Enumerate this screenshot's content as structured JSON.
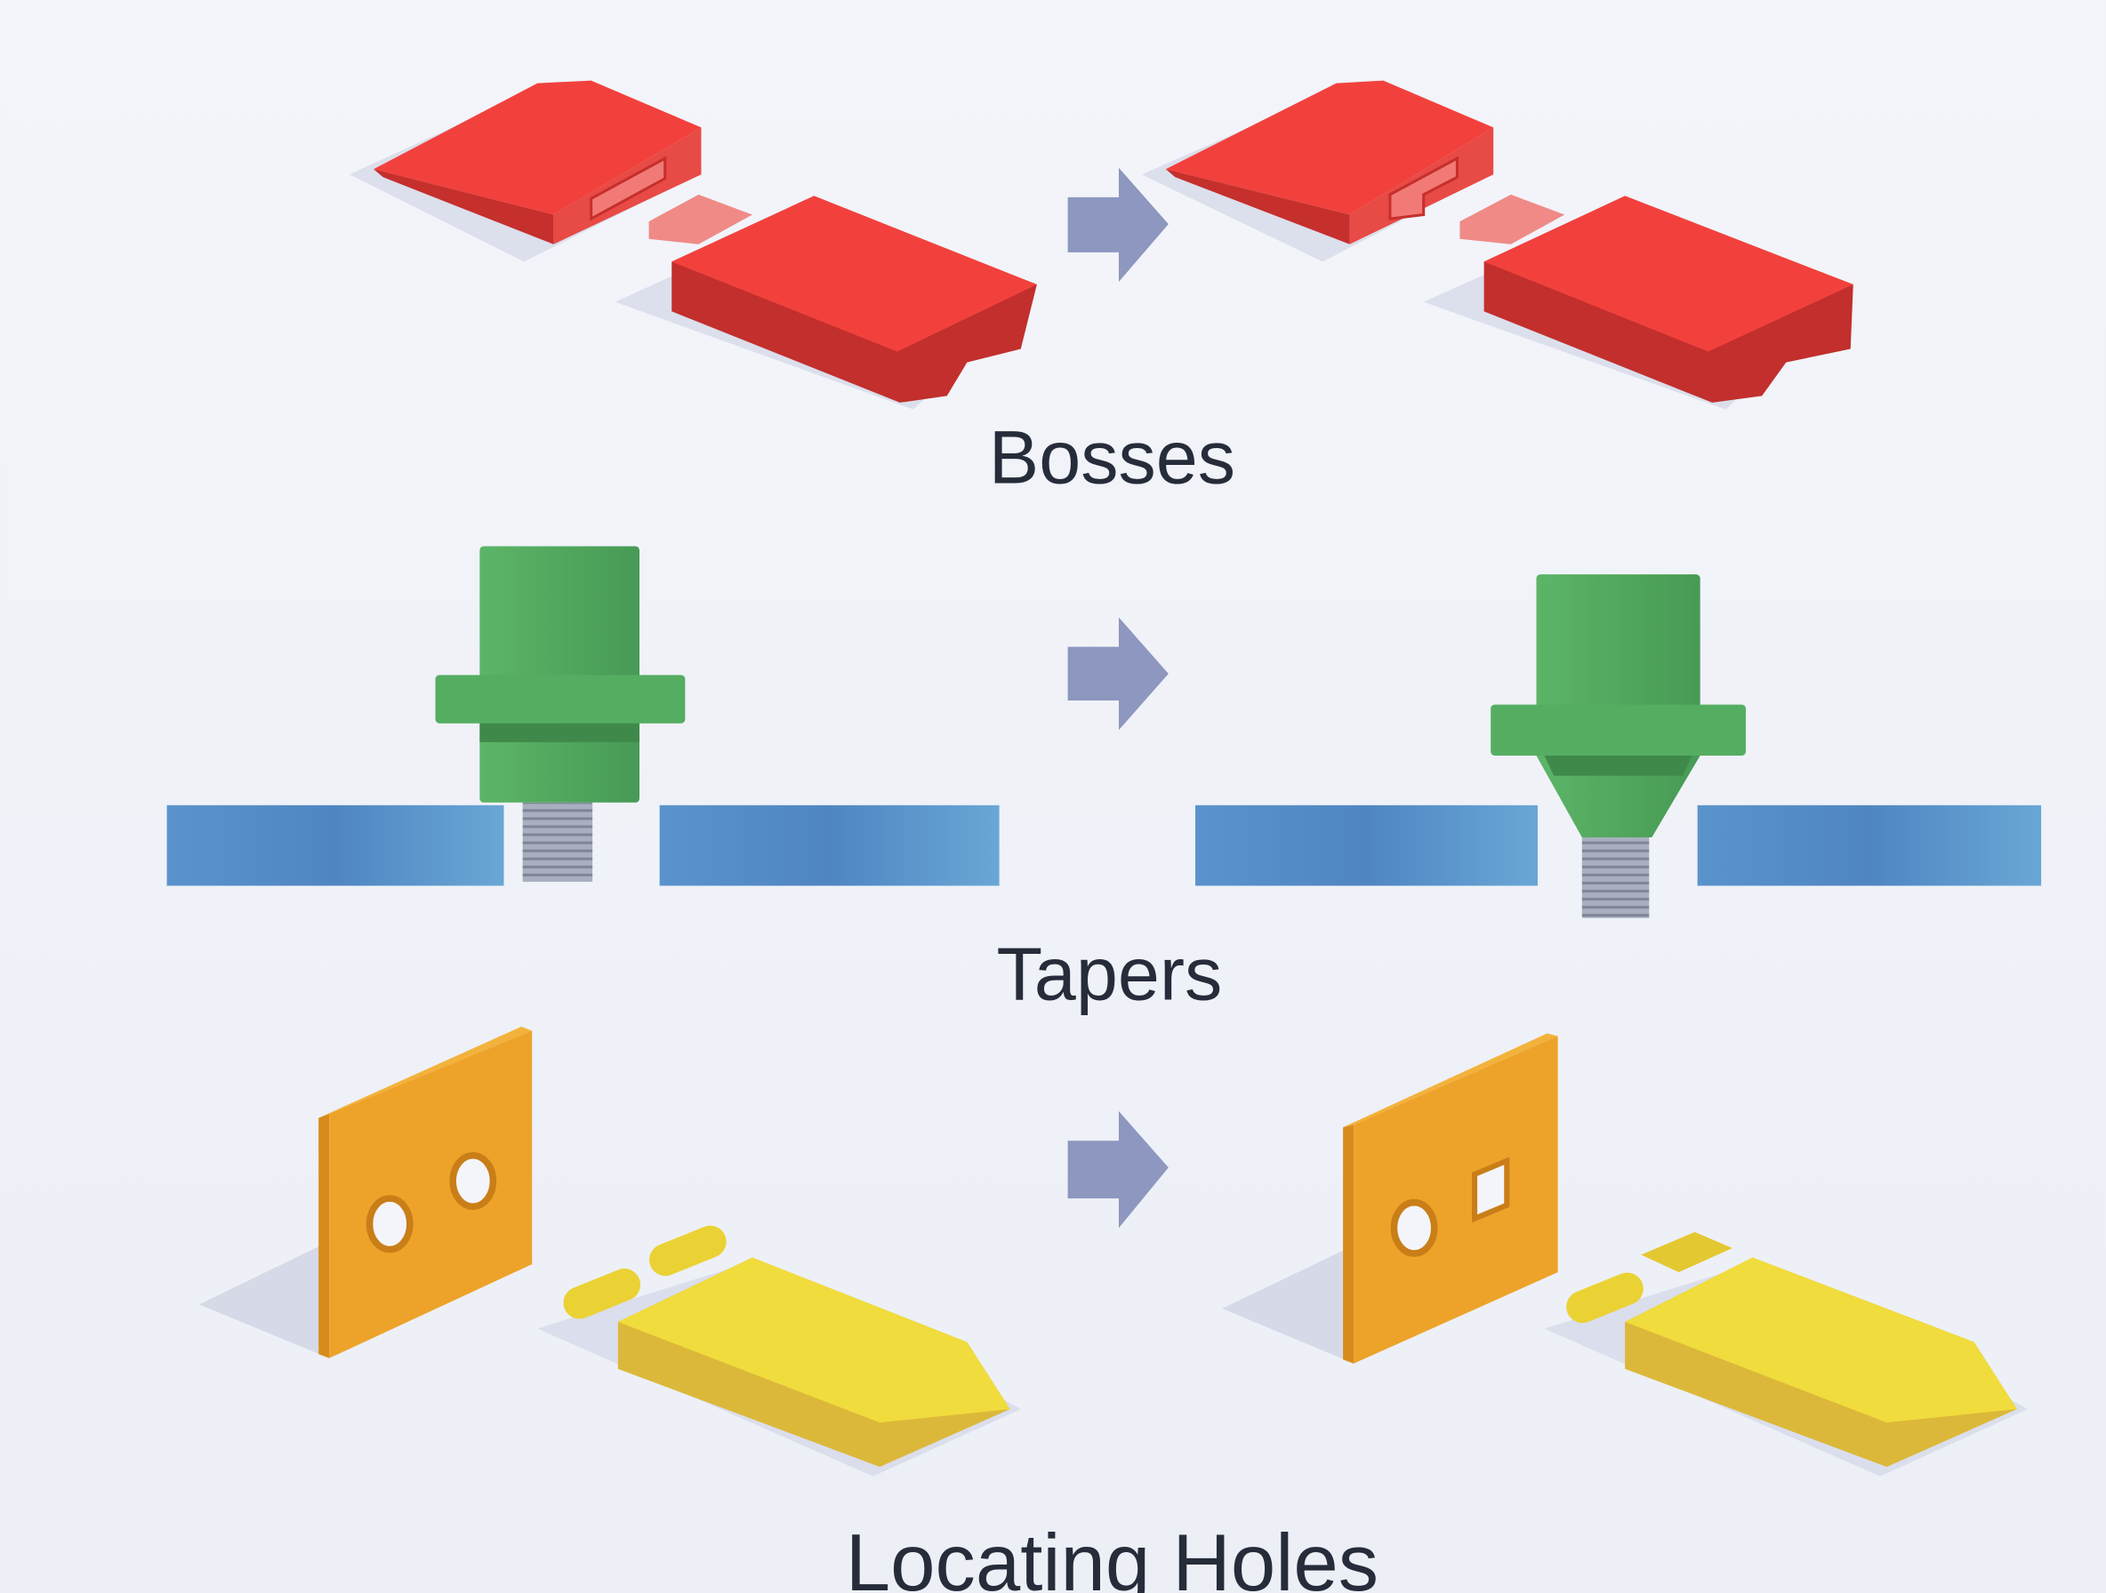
{
  "sections": [
    {
      "label": "Bosses"
    },
    {
      "label": "Tapers"
    },
    {
      "label": "Locating Holes"
    }
  ],
  "colors": {
    "background": "#eef1f7",
    "boss_red": "#f2413d",
    "taper_green": "#55ad62",
    "plate_blue": "#5b96cc",
    "holes_orange": "#eda32a",
    "pin_yellow": "#f0dc3c",
    "arrow": "#8d97bf",
    "label": "#262c3a"
  }
}
